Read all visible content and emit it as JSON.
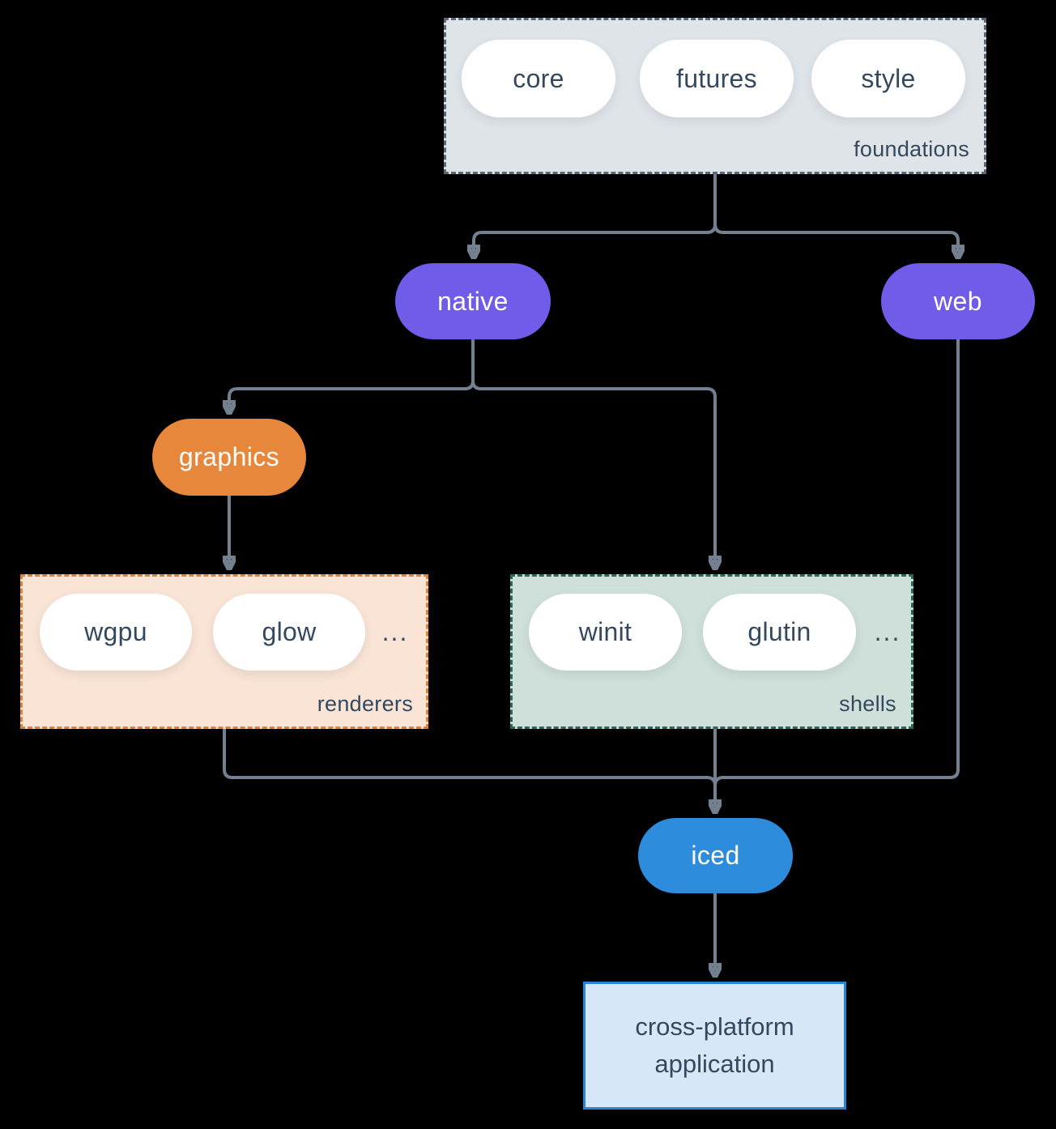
{
  "foundations": {
    "label": "foundations",
    "pills": [
      "core",
      "futures",
      "style"
    ]
  },
  "native": {
    "label": "native"
  },
  "web": {
    "label": "web"
  },
  "graphics": {
    "label": "graphics"
  },
  "renderers": {
    "label": "renderers",
    "pills": [
      "wgpu",
      "glow"
    ],
    "ellipsis": "..."
  },
  "shells": {
    "label": "shells",
    "pills": [
      "winit",
      "glutin"
    ],
    "ellipsis": "..."
  },
  "iced": {
    "label": "iced"
  },
  "application": {
    "lines": [
      "cross-platform",
      "application"
    ]
  },
  "colors": {
    "background": "#000000",
    "connector": "#72808f",
    "node_purple": "#6f5ce8",
    "node_orange": "#e6873c",
    "node_blue": "#2d8cdc",
    "foundations_fill": "#dfe4e8",
    "foundations_border": "#5a6877",
    "renderers_fill": "#fae4d5",
    "renderers_border": "#e2812f",
    "shells_fill": "#cfdfd9",
    "shells_border": "#26695a",
    "application_fill": "#d7e7f8",
    "application_border": "#2a84d2",
    "text_dark": "#35495e",
    "text_light": "#ffffff"
  }
}
